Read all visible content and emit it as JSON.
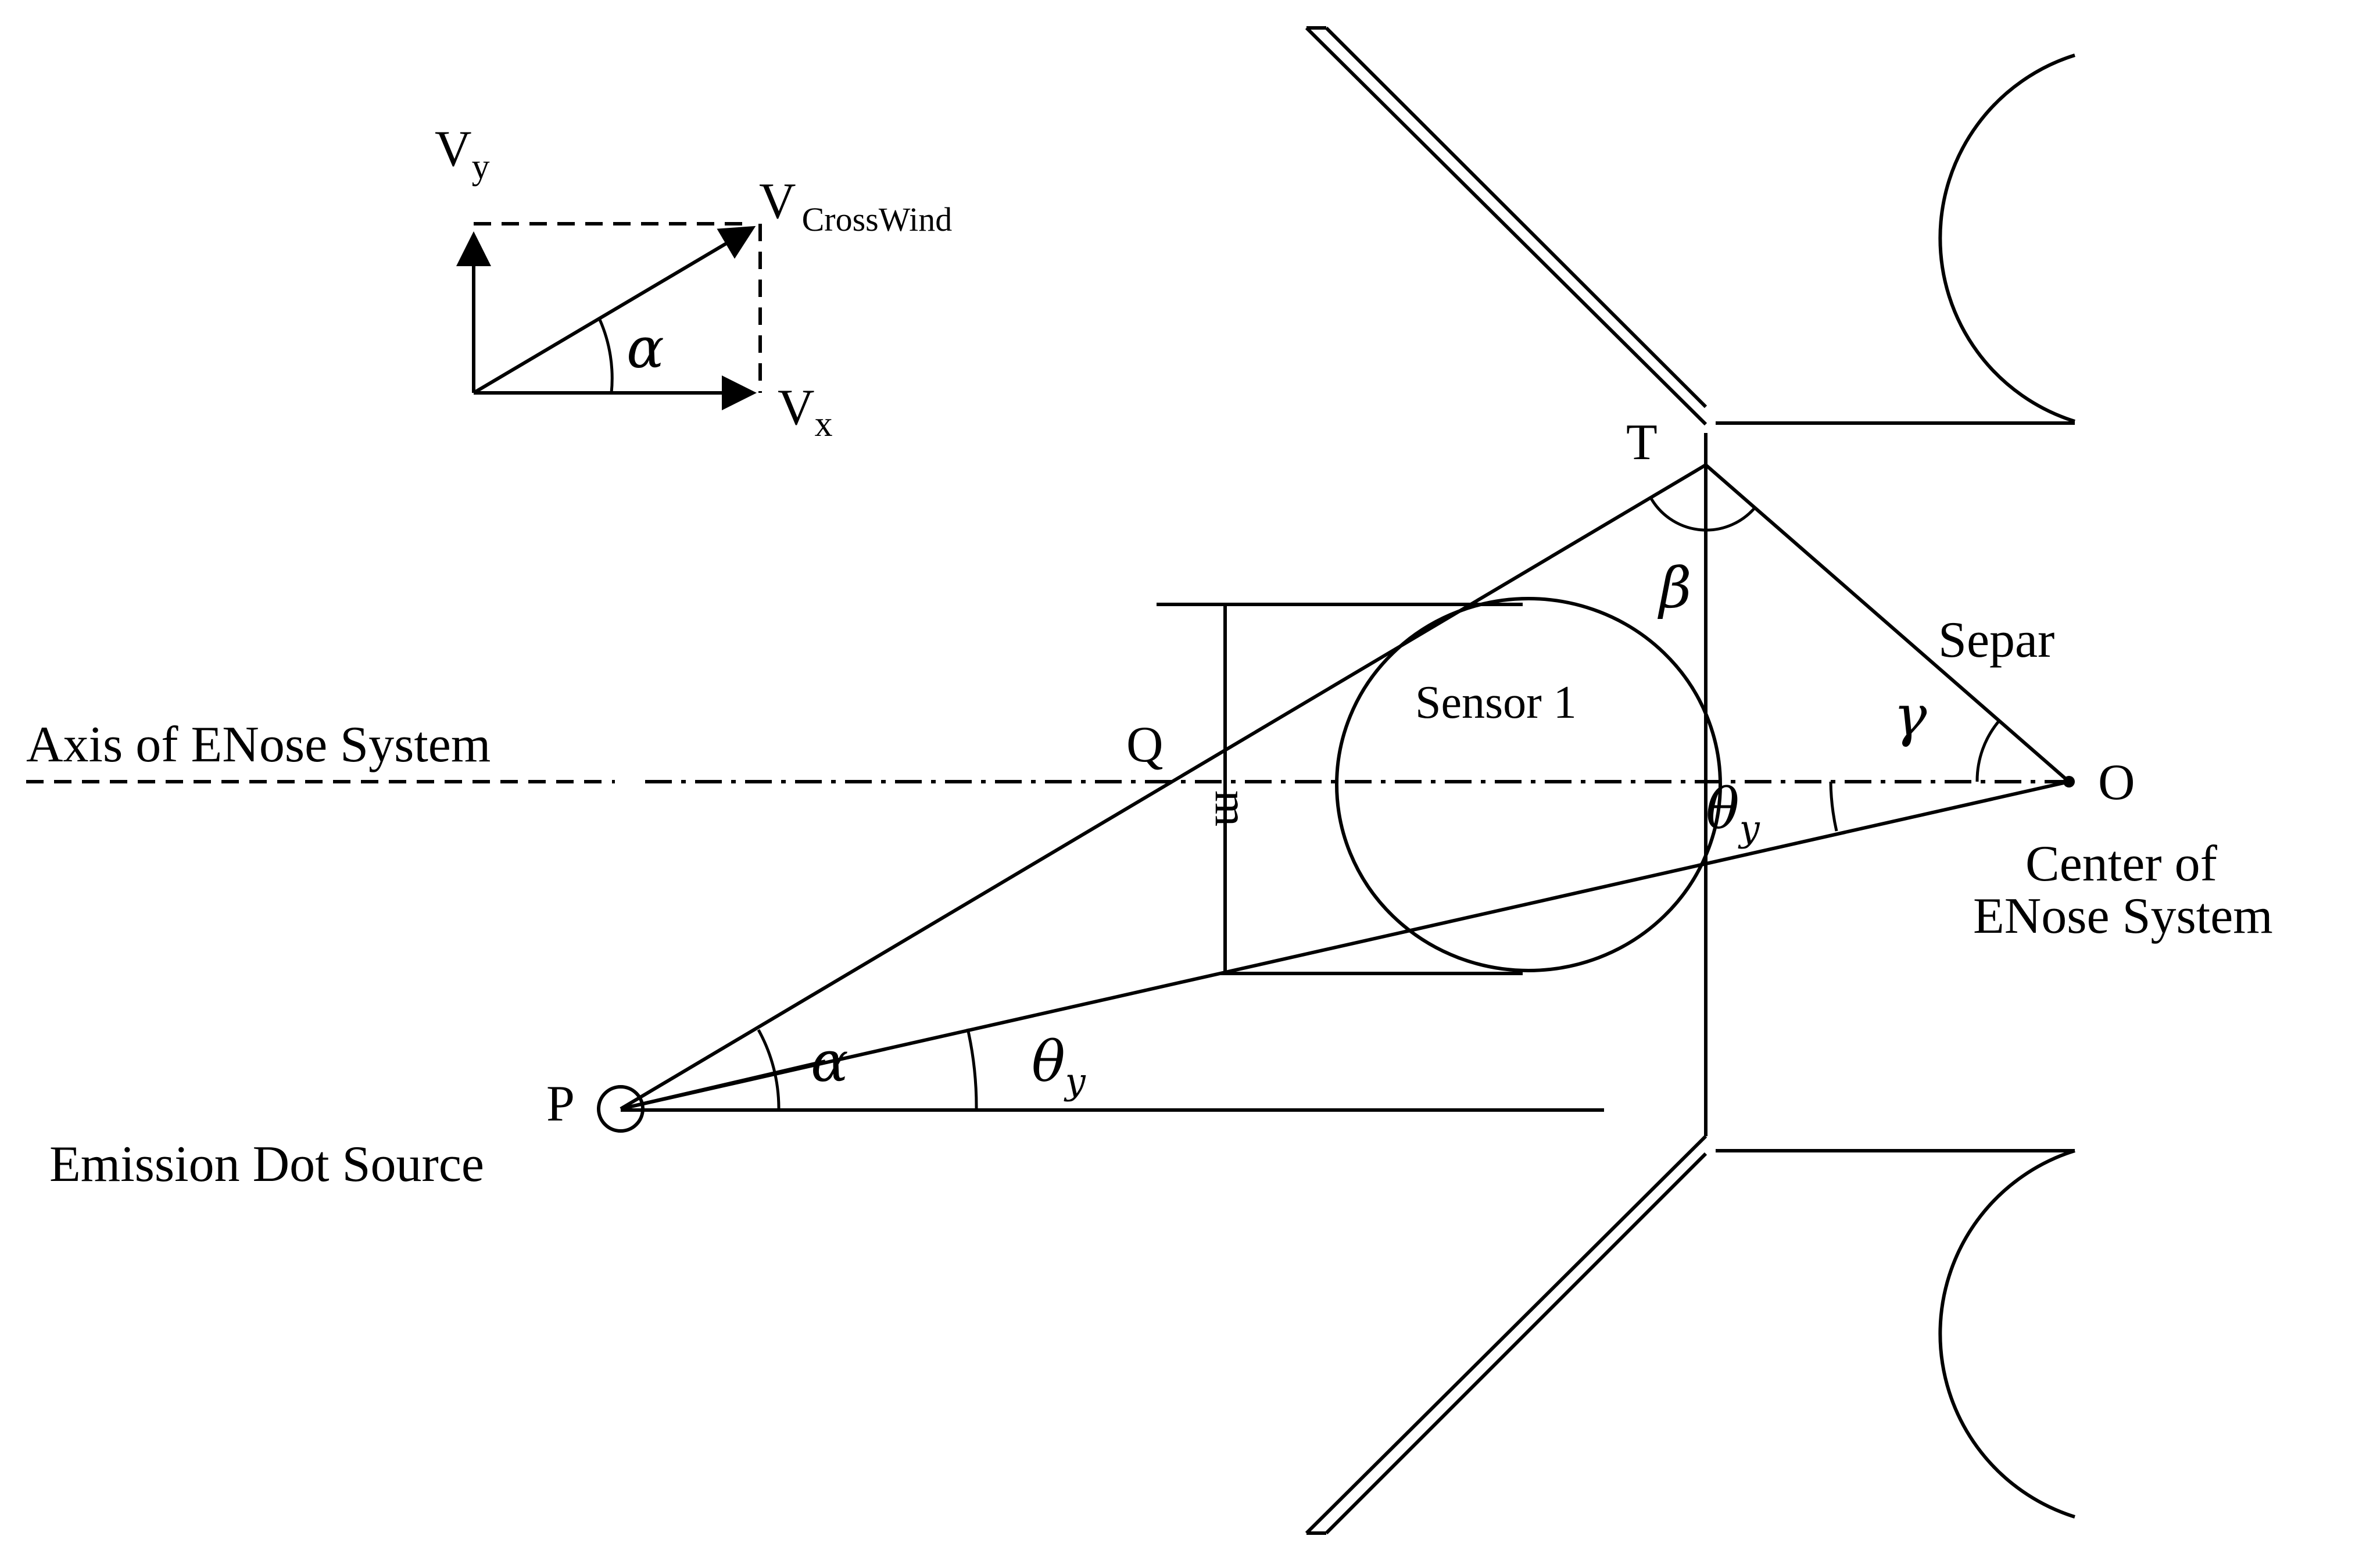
{
  "labels": {
    "vy": "V",
    "vy_sub": "y",
    "v": "V",
    "v_sub": "CrossWind",
    "vx": "V",
    "vx_sub": "x",
    "alpha_inset": "α",
    "T": "T",
    "beta": "β",
    "separator": "Separ",
    "gamma": "γ",
    "O": "O",
    "center_line1": "Center of",
    "center_line2": "ENose System",
    "axis": "Axis of ENose System",
    "Q": "Q",
    "sensor": "Sensor 1",
    "dim": "m",
    "theta_o": "θ",
    "theta_o_sub": "y",
    "P": "P",
    "alpha_p": "α",
    "theta_p": "θ",
    "theta_p_sub": "y",
    "emission": "Emission Dot Source"
  }
}
